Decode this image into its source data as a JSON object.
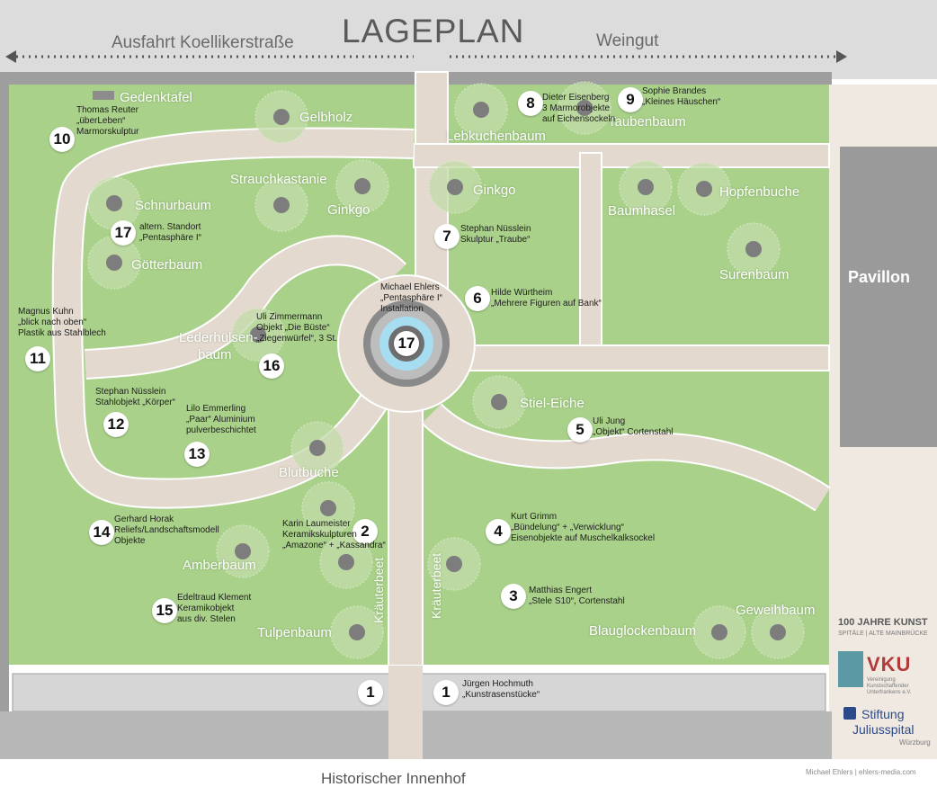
{
  "header": {
    "title": "LAGEPLAN",
    "left_exit": "Ausfahrt Koellikerstraße",
    "right_exit": "Weingut"
  },
  "footer": {
    "title": "Historischer Innenhof",
    "credit": "Michael Ehlers | ehlers-media.com"
  },
  "pavillon": "Pavillon",
  "colors": {
    "lawn": "#a9d18a",
    "path": "#e3d9cf",
    "header_band": "#dcdcdc",
    "road": "#cfcfcf",
    "pavillon": "#9a9a9a",
    "tree": "#c2dca8",
    "tree_center": "#7d7d7d",
    "fountain_inner": "#a7ddf0"
  },
  "trees": [
    {
      "name": "Gelbholz"
    },
    {
      "name": "Lebkuchenbaum"
    },
    {
      "name": "Taubenbaum"
    },
    {
      "name": "Strauchkastanie"
    },
    {
      "name": "Ginkgo"
    },
    {
      "name": "Ginkgo"
    },
    {
      "name": "Schnurbaum"
    },
    {
      "name": "Götterbaum"
    },
    {
      "name": "Baumhasel"
    },
    {
      "name": "Hopfenbuche"
    },
    {
      "name": "Surenbaum"
    },
    {
      "name": "Lederhülsen-"
    },
    {
      "name": "baum"
    },
    {
      "name": "Stiel-Eiche"
    },
    {
      "name": "Blutbuche"
    },
    {
      "name": "Amberbaum"
    },
    {
      "name": "Tulpenbaum"
    },
    {
      "name": "Blauglockenbaum"
    },
    {
      "name": "Geweihbaum"
    }
  ],
  "beds": [
    "Kräuterbeet",
    "Kräuterbeet"
  ],
  "gedenktafel": "Gedenktafel",
  "exhibits": [
    {
      "number": "1",
      "text": ""
    },
    {
      "number": "1",
      "text": "Jürgen Hochmuth\n„Kunstrasenstücke“"
    },
    {
      "number": "2",
      "text": "Karin Laumeister\nKeramikskulpturen\n„Amazone“ + „Kassandra“"
    },
    {
      "number": "3",
      "text": "Matthias Engert\n„Stele S10“, Cortenstahl"
    },
    {
      "number": "4",
      "text": "Kurt Grimm\n„Bündelung“ + „Verwicklung“\nEisenobjekte auf Muschelkalksockel"
    },
    {
      "number": "5",
      "text": "Uli Jung\n„Objekt“ Cortenstahl"
    },
    {
      "number": "6",
      "text": "Hilde Würtheim\n„Mehrere Figuren auf Bank“"
    },
    {
      "number": "7",
      "text": "Stephan Nüsslein\nSkulptur „Traube“"
    },
    {
      "number": "8",
      "text": "Dieter Eisenberg\n3 Marmorobjekte\nauf Eichensockeln"
    },
    {
      "number": "9",
      "text": "Sophie Brandes\n„Kleines Häuschen“"
    },
    {
      "number": "10",
      "text": "Thomas Reuter\n„überLeben“\nMarmorskulptur"
    },
    {
      "number": "11",
      "text": "Magnus Kuhn\n„blick nach oben“\nPlastik aus Stahlblech"
    },
    {
      "number": "12",
      "text": "Stephan Nüsslein\nStahlobjekt „Körper“"
    },
    {
      "number": "13",
      "text": "Lilo Emmerling\n„Paar“ Aluminium\npulverbeschichtet"
    },
    {
      "number": "14",
      "text": "Gerhard Horak\nReliefs/Landschaftsmodell\nObjekte"
    },
    {
      "number": "15",
      "text": "Edeltraud Klement\nKeramikobjekt\naus div. Stelen"
    },
    {
      "number": "16",
      "text": "Uli Zimmermann\nObjekt „Die Büste“\n„Ziegenwürfel“, 3 St."
    },
    {
      "number": "17",
      "text": "Michael Ehlers\n„Pentasphäre I“\nInstallation"
    },
    {
      "number": "17",
      "text": "altern. Standort\n„Pentasphäre I“"
    }
  ],
  "sponsors": {
    "kunst_title": "100 JAHRE KUNST",
    "kunst_sub": "SPITÄLE | ALTE MAINBRÜCKE",
    "vku": "VKU",
    "vku_sub": "Vereinigung Kunstschaffender Unterfrankens e.V.",
    "stiftung_1": "Stiftung",
    "stiftung_2": "Juliusspital",
    "stiftung_city": "Würzburg"
  }
}
